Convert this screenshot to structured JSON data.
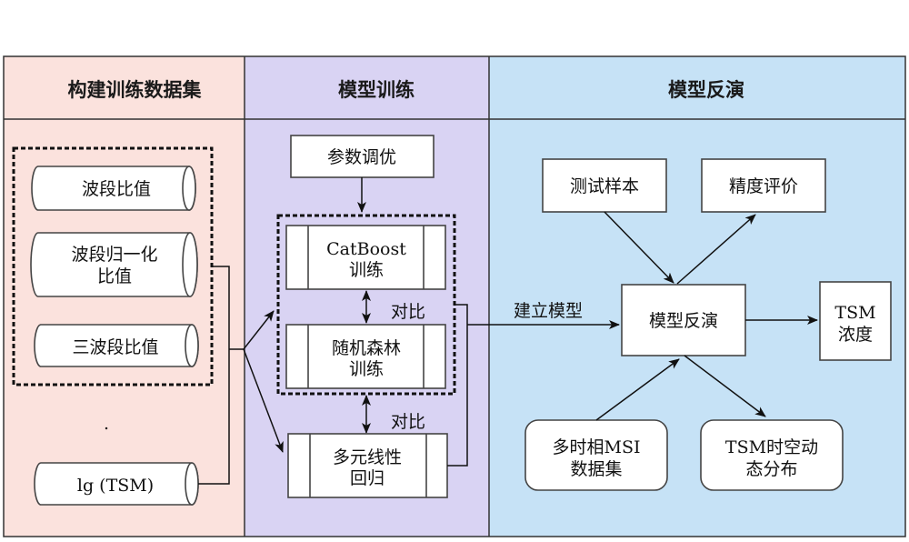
{
  "lanes": [
    {
      "title": "构建训练数据集",
      "color": "#fbe2dd"
    },
    {
      "title": "模型训练",
      "color": "#d9d3f3"
    },
    {
      "title": "模型反演",
      "color": "#c6e2f6"
    }
  ],
  "dataset": {
    "band_ratio": "波段比值",
    "norm_ratio_l1": "波段归一化",
    "norm_ratio_l2": "比值",
    "three_band": "三波段比值",
    "ellipsis": ".",
    "lg_tsm": "lg (TSM)"
  },
  "training": {
    "tuning": "参数调优",
    "catboost_l1": "CatBoost",
    "catboost_l2": "训练",
    "rf_l1": "随机森林",
    "rf_l2": "训练",
    "mlr_l1": "多元线性",
    "mlr_l2": "回归",
    "compare_1": "对比",
    "compare_2": "对比"
  },
  "inversion": {
    "build_model": "建立模型",
    "test_sample": "测试样本",
    "accuracy": "精度评价",
    "inversion": "模型反演",
    "tsm_conc_l1": "TSM",
    "tsm_conc_l2": "浓度",
    "msi_l1": "多时相MSI",
    "msi_l2": "数据集",
    "spatiotemporal_l1": "TSM时空动",
    "spatiotemporal_l2": "态分布"
  }
}
